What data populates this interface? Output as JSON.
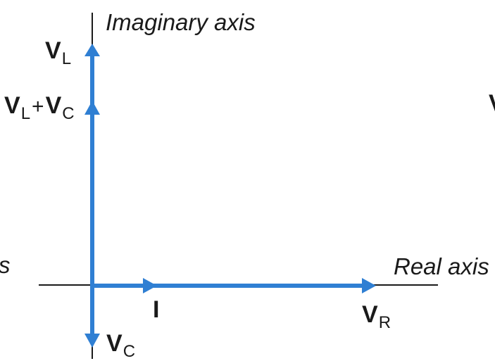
{
  "axes": {
    "imaginary_label": "Imaginary axis",
    "real_label": "Real axis",
    "clipped_left_fragment": "s",
    "clipped_right_fragment": "V"
  },
  "vectors": {
    "v_l": {
      "main": "V",
      "sub": "L"
    },
    "v_l_plus_v_c": {
      "main1": "V",
      "sub1": "L",
      "op": "+",
      "main2": "V",
      "sub2": "C"
    },
    "v_c": {
      "main": "V",
      "sub": "C"
    },
    "i": {
      "main": "I"
    },
    "v_r": {
      "main": "V",
      "sub": "R"
    }
  },
  "colors": {
    "vector": "#2f7fd3",
    "axis": "#1a1a1a",
    "text": "#1a1a1a"
  }
}
